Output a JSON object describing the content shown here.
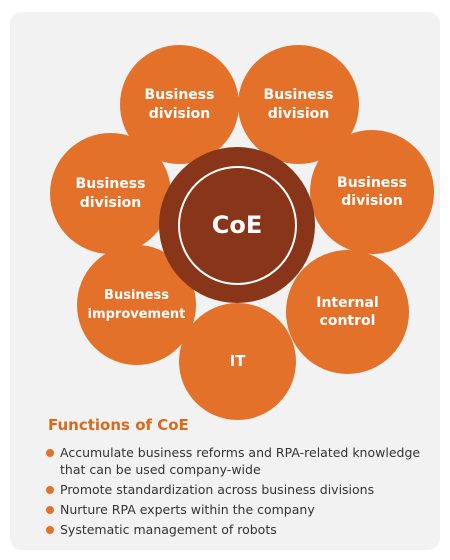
{
  "diagram": {
    "center_label": "CoE",
    "nodes": [
      {
        "line1": "Business",
        "line2": "division"
      },
      {
        "line1": "Business",
        "line2": "division"
      },
      {
        "line1": "Business",
        "line2": "division"
      },
      {
        "line1": "Business",
        "line2": "division"
      },
      {
        "line1": "Internal",
        "line2": "control"
      },
      {
        "line1": "Business",
        "line2": "improvement"
      },
      {
        "line1": "IT",
        "line2": ""
      }
    ]
  },
  "functions": {
    "title": "Functions of CoE",
    "items": [
      "Accumulate business reforms and RPA-related knowledge that can be used company-wide",
      "Promote standardization across business divisions",
      "Nurture RPA experts within the company",
      "Systematic management of robots"
    ]
  },
  "colors": {
    "node": "#e3712a",
    "center": "#893519",
    "title": "#d9691d",
    "panel": "#f2f2f2"
  }
}
